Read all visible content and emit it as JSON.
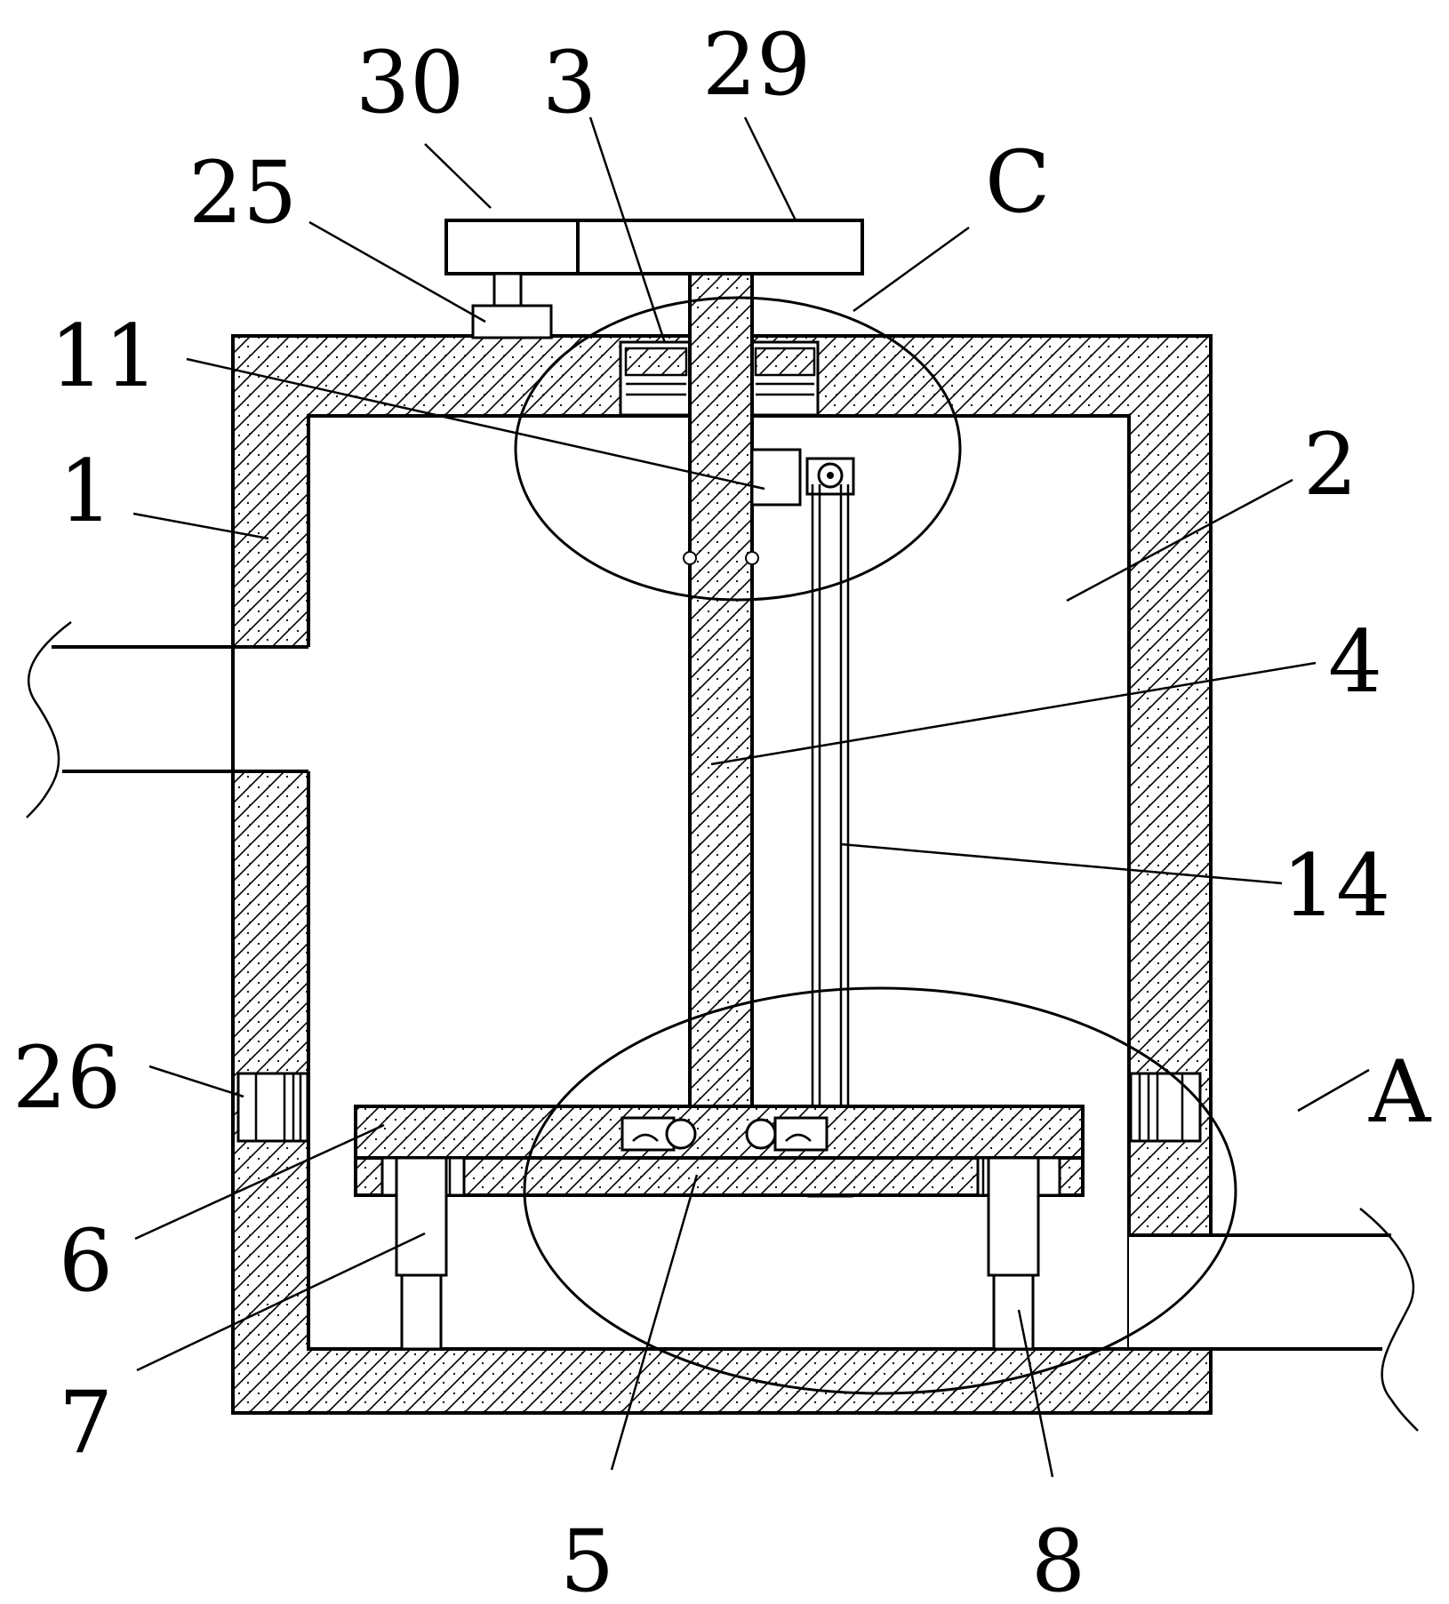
{
  "labels": {
    "l30": "30",
    "l3": "3",
    "l29": "29",
    "l25": "25",
    "lC": "C",
    "l11": "11",
    "l1": "1",
    "l2": "2",
    "l4": "4",
    "l14": "14",
    "l26": "26",
    "lA": "A",
    "l6": "6",
    "l7": "7",
    "l5": "5",
    "l8": "8"
  }
}
